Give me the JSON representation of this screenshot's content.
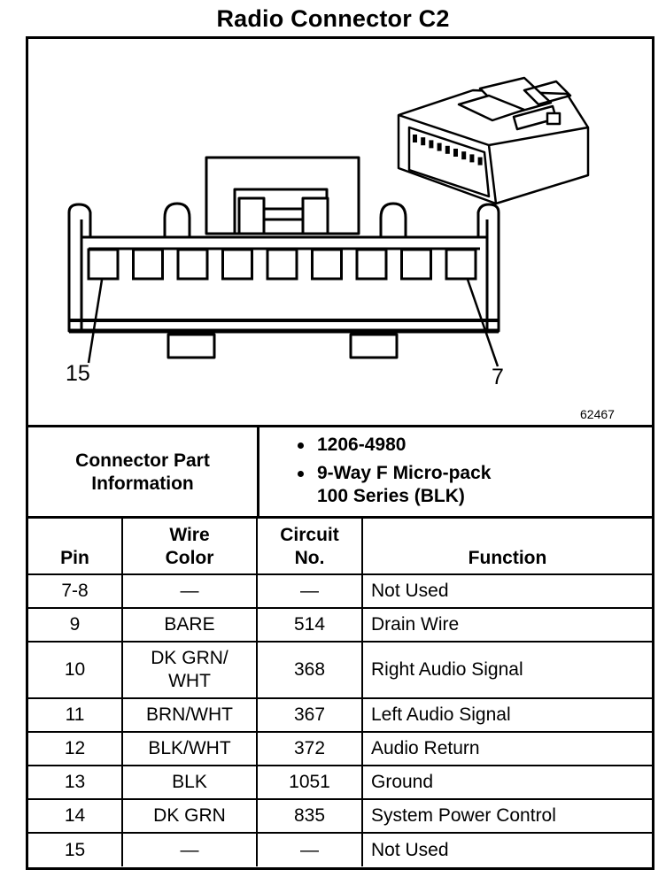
{
  "title": "Radio Connector C2",
  "drawing": {
    "pin_label_left": "15",
    "pin_label_right": "7",
    "figure_number": "62467",
    "cavity_count": 9
  },
  "connector_part": {
    "label_line1": "Connector Part",
    "label_line2": "Information",
    "items": [
      "1206-4980",
      "9-Way F Micro-pack",
      "100 Series (BLK)"
    ]
  },
  "table": {
    "headers": {
      "pin": "Pin",
      "wire_color_1": "Wire",
      "wire_color_2": "Color",
      "circuit_1": "Circuit",
      "circuit_2": "No.",
      "function": "Function"
    },
    "rows": [
      {
        "pin": "7-8",
        "wire": "—",
        "wire2": "",
        "circuit": "—",
        "function": "Not Used"
      },
      {
        "pin": "9",
        "wire": "BARE",
        "wire2": "",
        "circuit": "514",
        "function": "Drain Wire"
      },
      {
        "pin": "10",
        "wire": "DK GRN/",
        "wire2": "WHT",
        "circuit": "368",
        "function": "Right Audio Signal"
      },
      {
        "pin": "11",
        "wire": "BRN/WHT",
        "wire2": "",
        "circuit": "367",
        "function": "Left Audio Signal"
      },
      {
        "pin": "12",
        "wire": "BLK/WHT",
        "wire2": "",
        "circuit": "372",
        "function": "Audio Return"
      },
      {
        "pin": "13",
        "wire": "BLK",
        "wire2": "",
        "circuit": "1051",
        "function": "Ground"
      },
      {
        "pin": "14",
        "wire": "DK GRN",
        "wire2": "",
        "circuit": "835",
        "function": "System Power Control"
      },
      {
        "pin": "15",
        "wire": "—",
        "wire2": "",
        "circuit": "—",
        "function": "Not Used"
      }
    ]
  }
}
